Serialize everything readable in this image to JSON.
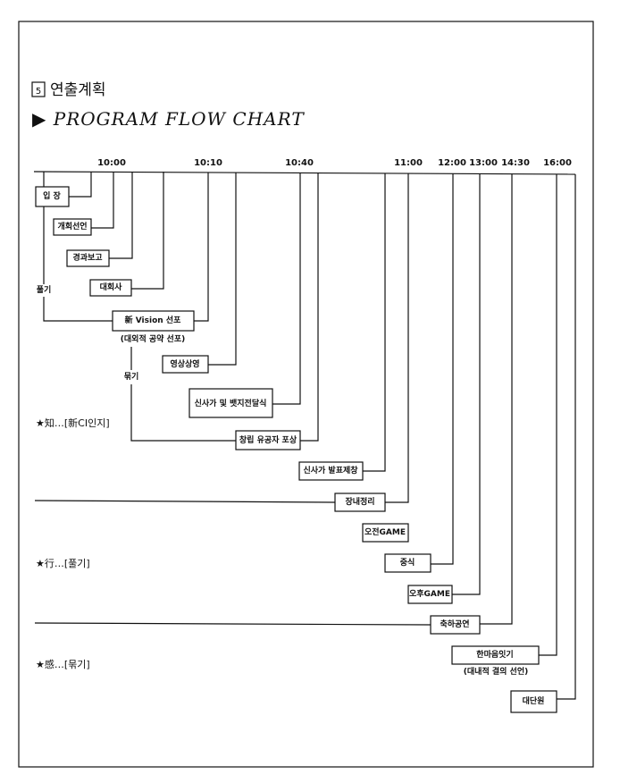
{
  "header": {
    "section_number": "5",
    "section_title": "연출계획",
    "chart_title": "▶ PROGRAM FLOW CHART"
  },
  "times": [
    "10:00",
    "10:10",
    "10:40",
    "11:00",
    "12:00",
    "13:00",
    "14:30",
    "16:00"
  ],
  "steps": {
    "entrance": "입 장",
    "opening": "개회선언",
    "report": "경과보고",
    "address": "대회사",
    "vision": "新 Vision 선포",
    "vision_note": "(대외적 공약 선포)",
    "video": "영상상영",
    "song_badge": "신사가 및 뱃지전달식",
    "award": "창립 유공자 포상",
    "song_sing": "신사가 발표제창",
    "cleanup": "장내정리",
    "am_game": "오전GAME",
    "lunch": "중식",
    "pm_game": "오후GAME",
    "performance": "축하공연",
    "unity": "한마음잇기",
    "unity_note": "(대내적 결의 선언)",
    "finale": "대단원"
  },
  "flow_labels": {
    "release": "풀기",
    "bind": "묶기"
  },
  "stages": {
    "know": "★知…[新CI인지]",
    "act": "★行…[풀기]",
    "feel": "★感…[묶기]"
  }
}
